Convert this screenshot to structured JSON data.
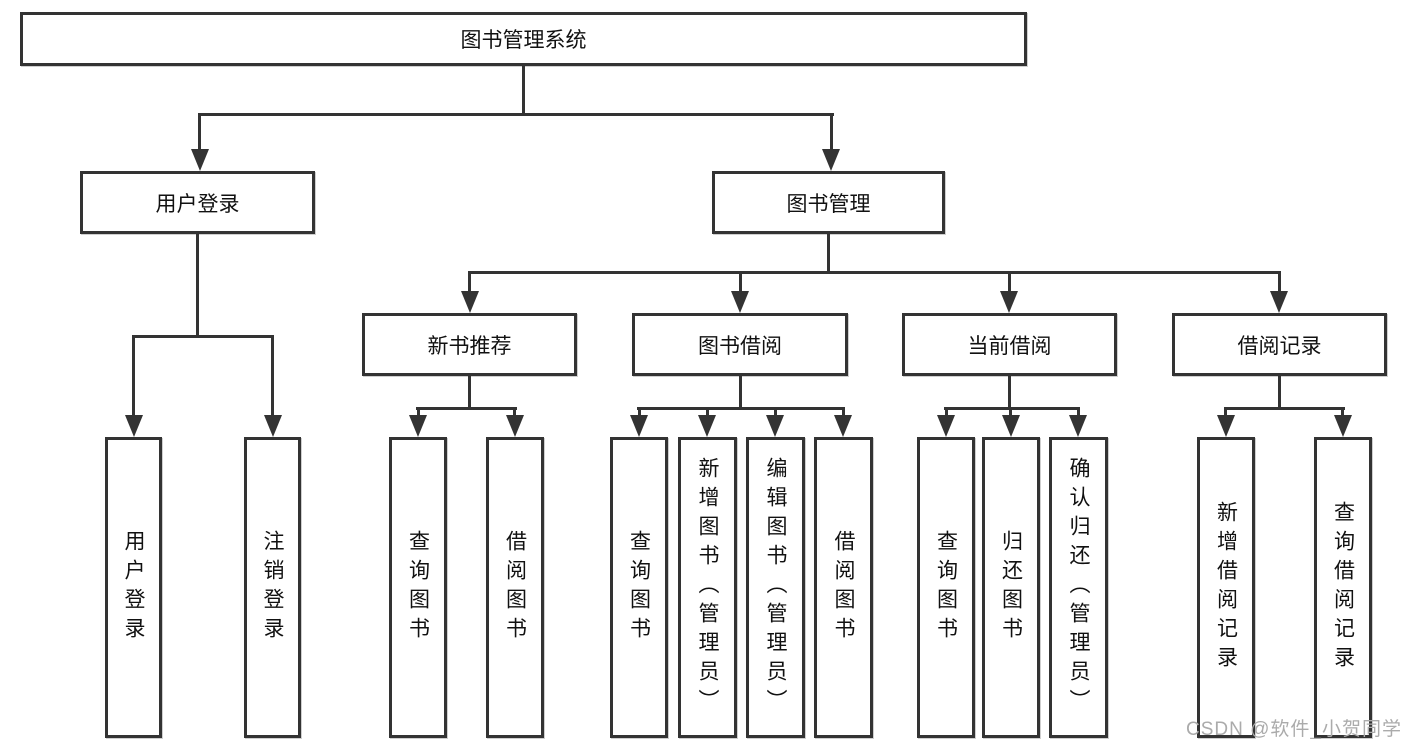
{
  "tree": {
    "label": "图书管理系统",
    "children": [
      {
        "label": "用户登录",
        "children": [
          {
            "label": "用户登录"
          },
          {
            "label": "注销登录"
          }
        ]
      },
      {
        "label": "图书管理",
        "children": [
          {
            "label": "新书推荐",
            "children": [
              {
                "label": "查询图书"
              },
              {
                "label": "借阅图书"
              }
            ]
          },
          {
            "label": "图书借阅",
            "children": [
              {
                "label": "查询图书"
              },
              {
                "label": "新增图书（管理员）"
              },
              {
                "label": "编辑图书（管理员）"
              },
              {
                "label": "借阅图书"
              }
            ]
          },
          {
            "label": "当前借阅",
            "children": [
              {
                "label": "查询图书"
              },
              {
                "label": "归还图书"
              },
              {
                "label": "确认归还（管理员）"
              }
            ]
          },
          {
            "label": "借阅记录",
            "children": [
              {
                "label": "新增借阅记录"
              },
              {
                "label": "查询借阅记录"
              }
            ]
          }
        ]
      }
    ]
  },
  "watermark": {
    "text": "CSDN @软件_小贺同学"
  },
  "colors": {
    "background": "#ffffff",
    "box_border": "#333333",
    "connector": "#333333",
    "text": "#111111",
    "watermark_text": "#ababab"
  }
}
